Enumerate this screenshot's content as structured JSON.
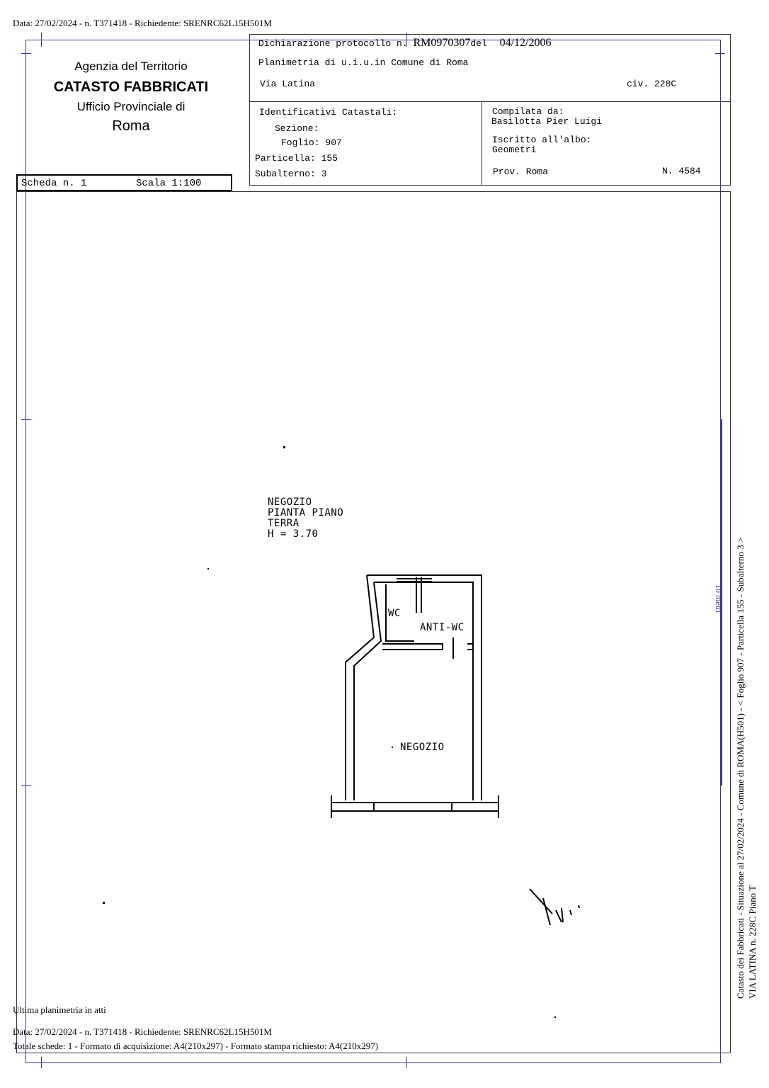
{
  "header_line": "Data: 27/02/2024 - n. T371418 - Richiedente: SRENRC62L15H501M",
  "agency": {
    "line1": "Agenzia del Territorio",
    "line2": "CATASTO FABBRICATI",
    "line3": "Ufficio Provinciale di",
    "line4": "Roma"
  },
  "scheda": {
    "label": "Scheda n. 1",
    "scale": "Scala 1:100"
  },
  "declaration": {
    "prefix": "Dichiarazione protocollo n.",
    "protocol": "RM0970307",
    "del_label": "del",
    "date": "04/12/2006",
    "plan_line": "Planimetria di u.i.u.in Comune di Roma",
    "street": "Via Latina",
    "civic": "civ. 228C"
  },
  "identifiers": {
    "title": "Identificativi Catastali:",
    "sezione": "Sezione:",
    "foglio": "Foglio: 907",
    "particella": "Particella: 155",
    "subalterno": "Subalterno: 3"
  },
  "compiler": {
    "label": "Compilata da:",
    "name": "Basilotta Pier Luigi",
    "albo_label": "Iscritto all'albo:",
    "albo": "Geometri",
    "prov": "Prov. Roma",
    "number": "N.  4584"
  },
  "plan": {
    "title_l1": "NEGOZIO",
    "title_l2": "PIANTA PIANO",
    "title_l3": "TERRA",
    "title_l4": "H  = 3.70",
    "room_wc": "WC",
    "room_antiwc": "ANTI-WC",
    "room_negozio": "NEGOZIO",
    "scale_bar_label": "10 metri"
  },
  "side_text": {
    "line1": "Catasto dei Fabbricati - Situazione al 27/02/2024 - Comune di ROMA(H501) - < Foglio 907 - Particella  155 - Subalterno 3 >",
    "line2": "VIA LATINA n. 228C Piano T"
  },
  "footer": {
    "last_plan": "Ultima planimetria in atti",
    "data_line": "Data: 27/02/2024 - n. T371418 - Richiedente: SRENRC62L15H501M",
    "totals_line": "Totale schede: 1 - Formato di acquisizione: A4(210x297)  - Formato stampa richiesto: A4(210x297)"
  }
}
